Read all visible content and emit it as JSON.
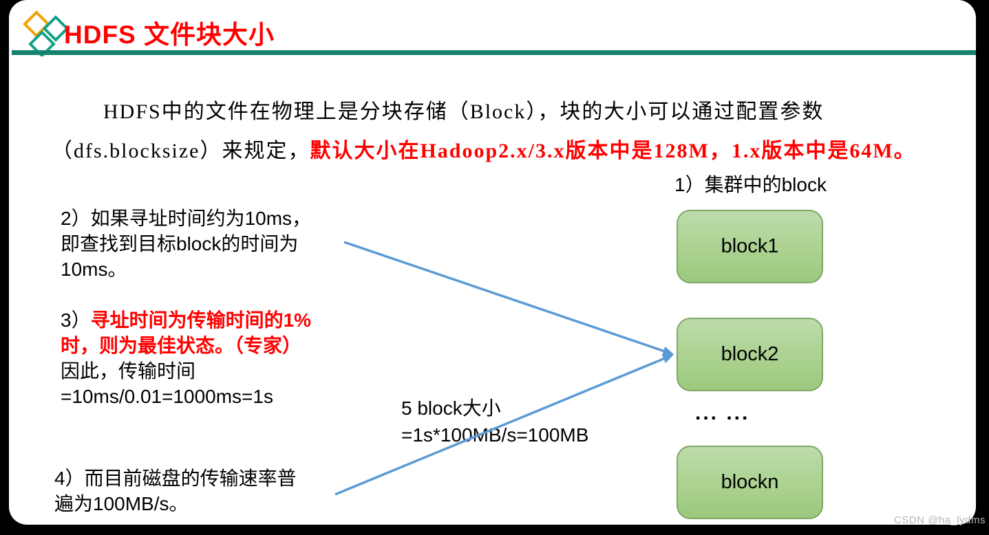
{
  "header": {
    "title": "HDFS 文件块大小",
    "logo_icon": "three-diamonds-logo"
  },
  "intro": {
    "line1": "HDFS中的文件在物理上是分块存储（Block），块的大小可以通过配置参数",
    "line2_prefix": "（dfs.blocksize）来规定，",
    "line2_highlight": "默认大小在Hadoop2.x/3.x版本中是128M，1.x版本中是64M。"
  },
  "notes": {
    "n2": {
      "lines": [
        "2）如果寻址时间约为10ms，",
        "即查找到目标block的时间为",
        "10ms。"
      ]
    },
    "n3": {
      "prefix": "3）",
      "red_line1": "寻址时间为传输时间的1%",
      "red_line2": "时，则为最佳状态。（专家）",
      "line3": "因此，传输时间",
      "line4": "=10ms/0.01=1000ms=1s"
    },
    "n4": {
      "lines": [
        "4）而目前磁盘的传输速率普",
        "遍为100MB/s。"
      ]
    }
  },
  "diagram": {
    "cluster_label": "1）集群中的block",
    "blocks": [
      {
        "label": "block1"
      },
      {
        "label": "block2"
      },
      {
        "label": "blockn"
      }
    ],
    "ellipsis": "... ...",
    "calc": {
      "line1": "5 block大小",
      "line2": "=1s*100MB/s=100MB"
    }
  },
  "watermark": "CSDN @ha_lydms",
  "colors": {
    "accent_red": "#ff0000",
    "divider_teal": "#15826d",
    "logo_teal": "#12a186",
    "logo_orange": "#f2a100",
    "arrow_blue": "#5b9bd5",
    "block_green": "#a9d18e"
  }
}
